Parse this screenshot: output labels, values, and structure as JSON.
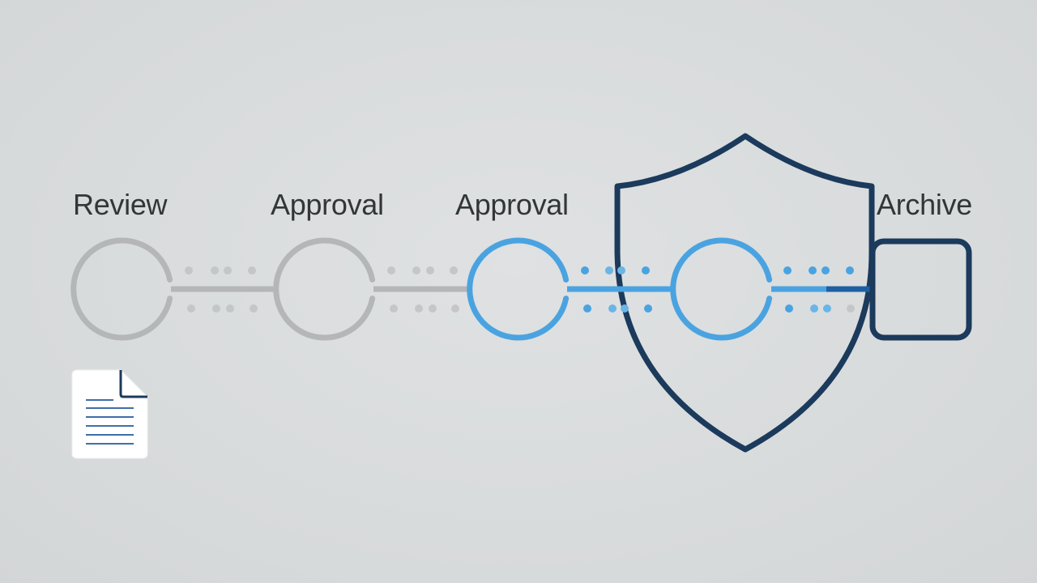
{
  "stages": [
    {
      "label": "Review",
      "state": "inactive"
    },
    {
      "label": "Approval",
      "state": "inactive"
    },
    {
      "label": "Approval",
      "state": "active"
    },
    {
      "label": "",
      "state": "active"
    },
    {
      "label": "Archive",
      "state": "final"
    }
  ],
  "icons": {
    "document": "document-icon",
    "shield": "shield-icon",
    "archive": "archive-square-icon"
  },
  "colors": {
    "background": "#d9dcdd",
    "inactive": "#b4b6b7",
    "active": "#4aa3e0",
    "dark": "#1b3a5c",
    "text": "#333638"
  }
}
